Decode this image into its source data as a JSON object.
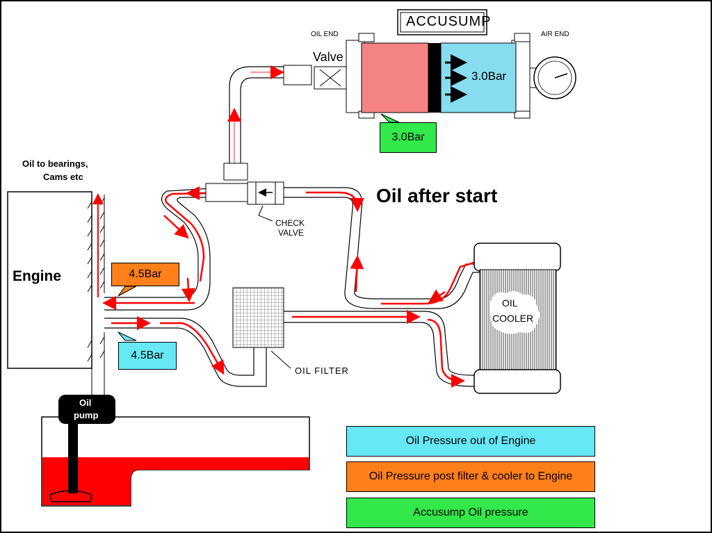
{
  "title": "Oil after start",
  "accusump": {
    "label": "ACCUSUMP",
    "oil_end": "OIL END",
    "air_end": "AIR END",
    "valve": "Valve",
    "air_pressure": "3.0Bar",
    "oil_pressure_callout": "3.0Bar"
  },
  "engine": {
    "label": "Engine",
    "bearings_note_line1": "Oil to bearings,",
    "bearings_note_line2": "Cams etc",
    "return_pressure": "4.5Bar",
    "out_pressure": "4.5Bar"
  },
  "components": {
    "check_valve_line1": "CHECK",
    "check_valve_line2": "VALVE",
    "oil_filter": "OIL FILTER",
    "oil_cooler_line1": "OIL",
    "oil_cooler_line2": "COOLER",
    "oil_pump_line1": "Oil",
    "oil_pump_line2": "pump"
  },
  "legend": [
    {
      "label": "Oil Pressure out of Engine",
      "color": "#66e8f5"
    },
    {
      "label": "Oil Pressure post filter & cooler to Engine",
      "color": "#ff7f1a"
    },
    {
      "label": "Accusump Oil pressure",
      "color": "#33e84a"
    }
  ],
  "colors": {
    "flow": "#ff0000",
    "oil_chamber": "#f48484",
    "air_chamber": "#88dcef",
    "sump_oil": "#ff0000"
  }
}
